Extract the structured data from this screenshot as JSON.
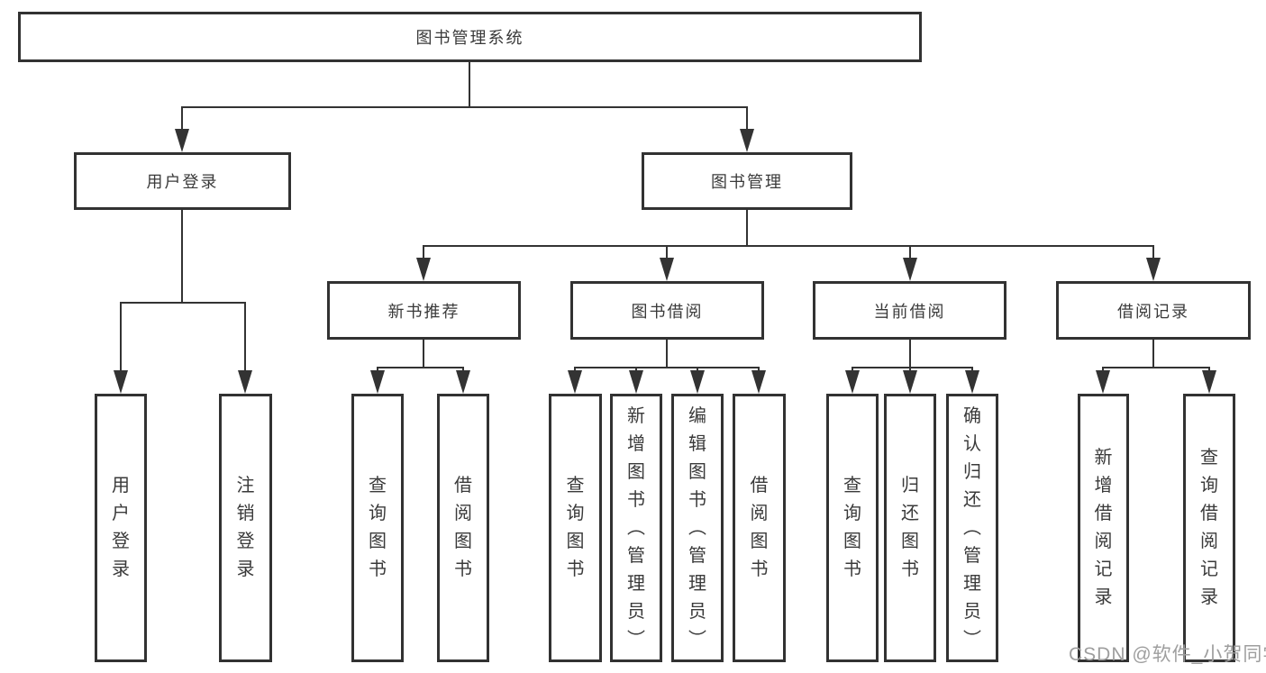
{
  "diagram": {
    "root": {
      "label": "图书管理系统"
    },
    "level2": [
      {
        "label": "用户登录"
      },
      {
        "label": "图书管理"
      }
    ],
    "level3": [
      {
        "label": "新书推荐"
      },
      {
        "label": "图书借阅"
      },
      {
        "label": "当前借阅"
      },
      {
        "label": "借阅记录"
      }
    ],
    "leaves": [
      {
        "label": "用户登录"
      },
      {
        "label": "注销登录"
      },
      {
        "label": "查询图书"
      },
      {
        "label": "借阅图书"
      },
      {
        "label": "查询图书"
      },
      {
        "label": "新增图书（管理员）"
      },
      {
        "label": "编辑图书（管理员）"
      },
      {
        "label": "借阅图书"
      },
      {
        "label": "查询图书"
      },
      {
        "label": "归还图书"
      },
      {
        "label": "确认归还（管理员）"
      },
      {
        "label": "新增借阅记录"
      },
      {
        "label": "查询借阅记录"
      }
    ],
    "watermark": "CSDN @软件_小贺同学",
    "colors": {
      "line": "#333333",
      "text": "#3a3a3a",
      "watermark": "#9e9e9e",
      "background": "#ffffff"
    }
  }
}
